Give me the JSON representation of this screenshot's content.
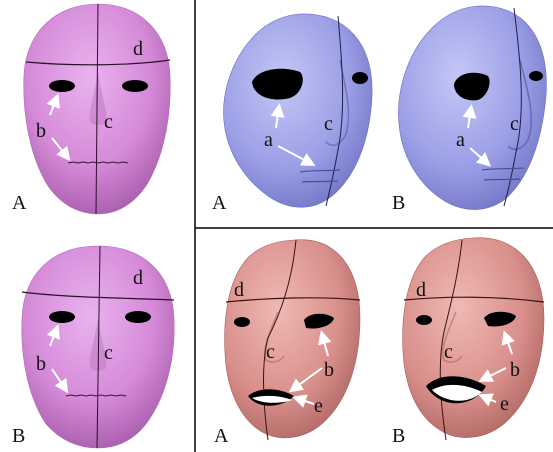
{
  "figure": {
    "panels": [
      {
        "id": "top-left",
        "face": "pink-frontal",
        "panel_letter": "A",
        "labels": [
          "b",
          "c",
          "d"
        ]
      },
      {
        "id": "bottom-left",
        "face": "pink-frontal",
        "panel_letter": "B",
        "labels": [
          "b",
          "c",
          "d"
        ]
      },
      {
        "id": "top-right-a",
        "face": "blue-three-quarter",
        "panel_letter": "A",
        "labels": [
          "a",
          "c"
        ]
      },
      {
        "id": "top-right-b",
        "face": "blue-three-quarter",
        "panel_letter": "B",
        "labels": [
          "a",
          "c"
        ]
      },
      {
        "id": "bottom-right-a",
        "face": "salmon-three-quarter",
        "panel_letter": "A",
        "labels": [
          "d",
          "c",
          "b",
          "e"
        ]
      },
      {
        "id": "bottom-right-b",
        "face": "salmon-three-quarter",
        "panel_letter": "B",
        "labels": [
          "d",
          "c",
          "b",
          "e"
        ]
      }
    ],
    "colors": {
      "pink": "#d58ad8",
      "blue": "#9a9ee6",
      "salmon": "#d98f8b",
      "divider": "#000000"
    }
  }
}
